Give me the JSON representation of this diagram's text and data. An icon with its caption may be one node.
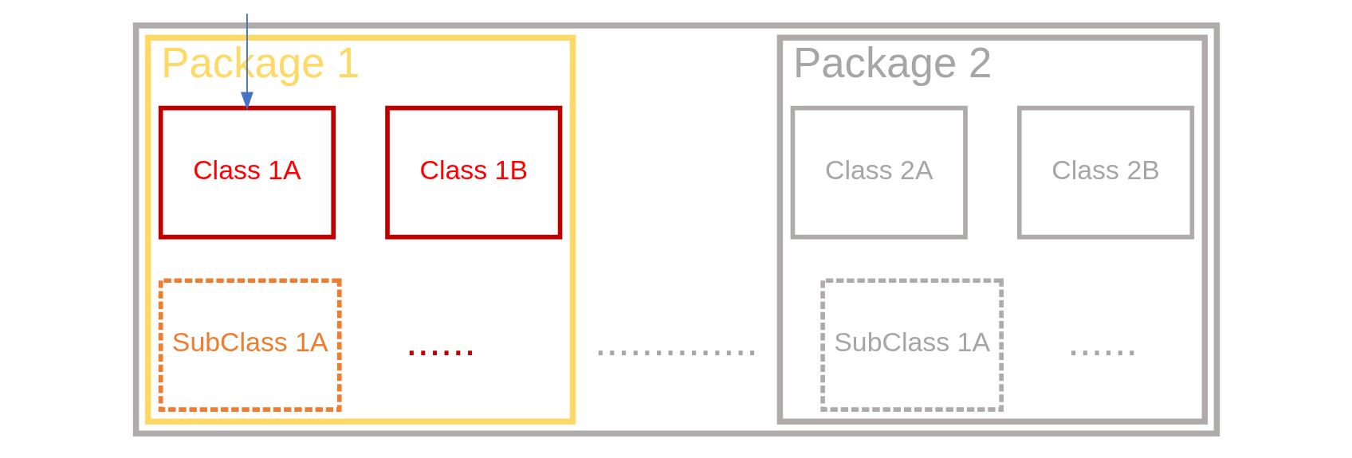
{
  "diagram": {
    "nodes": [
      {
        "text": [],
        "shape": "box"
      },
      {
        "text": [
          "Package 1"
        ],
        "in": 0
      },
      {
        "text": [
          "Class 1A"
        ],
        "in": 1
      },
      {
        "text": [
          "Class 1B"
        ],
        "in": 1
      },
      {
        "text": [
          "SubClass 1A"
        ],
        "in": 1
      },
      {
        "text": [
          "Package 2"
        ],
        "in": 0
      },
      {
        "text": [
          "Class 2A"
        ],
        "in": 5
      },
      {
        "text": [
          "Class 2B"
        ],
        "in": 5
      },
      {
        "text": [
          "SubClass 1A"
        ],
        "in": 5
      }
    ],
    "edges": [
      {
        "from": null,
        "to": 2,
        "arrow": "to",
        "color": "#4472c4"
      }
    ],
    "labels": [
      "......",
      "......",
      ".............."
    ]
  }
}
